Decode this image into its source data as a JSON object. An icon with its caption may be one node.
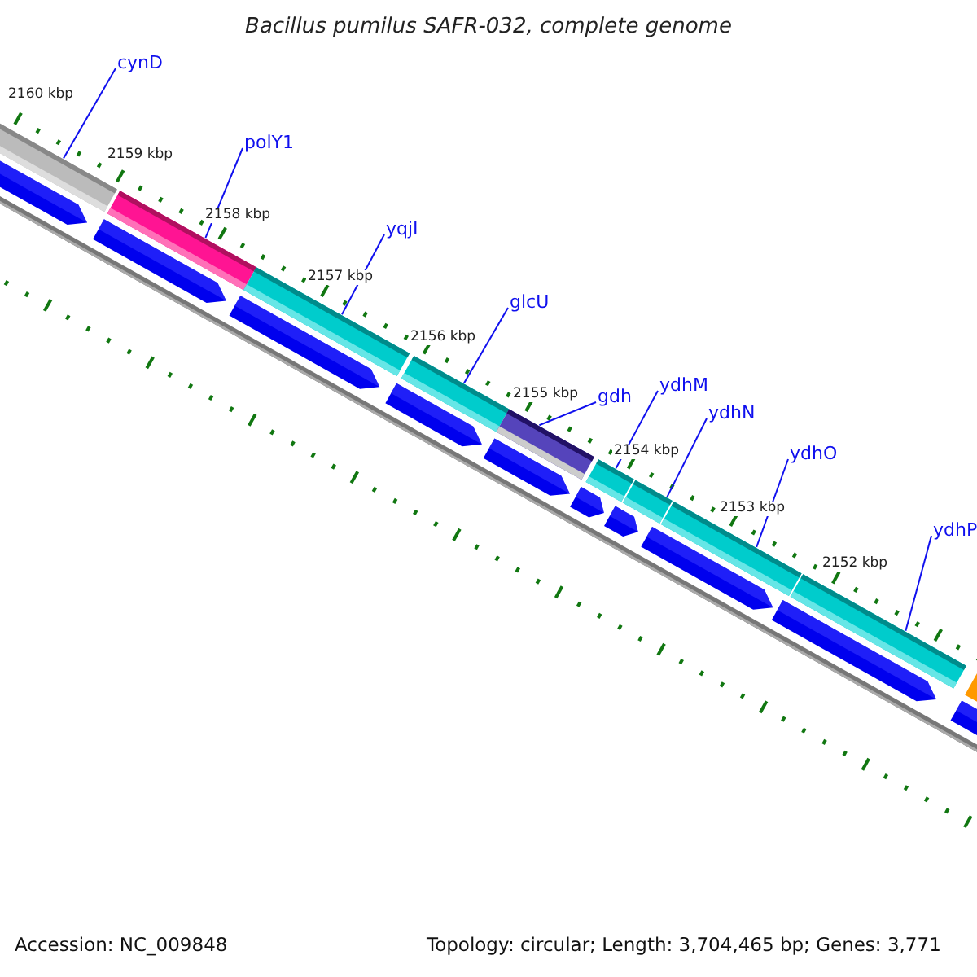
{
  "diagram": {
    "title": "Bacillus pumilus SAFR-032, complete genome",
    "nodes": [
      {
        "text": [
          "cynD"
        ]
      },
      {
        "text": [],
        "shape": "bar"
      },
      {
        "text": [
          "polY1"
        ]
      },
      {
        "text": [],
        "shape": "bar"
      },
      {
        "text": [
          "yqjI"
        ]
      },
      {
        "text": [],
        "shape": "bar"
      },
      {
        "text": [
          "glcU"
        ]
      },
      {
        "text": [],
        "shape": "bar"
      },
      {
        "text": [
          "gdh"
        ]
      },
      {
        "text": [],
        "shape": "bar"
      },
      {
        "text": [
          "ydhM"
        ]
      },
      {
        "text": [],
        "shape": "bar"
      },
      {
        "text": [
          "ydhN"
        ]
      },
      {
        "text": [],
        "shape": "bar"
      },
      {
        "text": [
          "ydhO"
        ]
      },
      {
        "text": [],
        "shape": "bar"
      },
      {
        "text": [
          "ydhP"
        ]
      },
      {
        "text": [],
        "shape": "bar"
      }
    ],
    "edges": [
      {
        "from": 0,
        "to": 1,
        "arrow": "none"
      },
      {
        "from": 2,
        "to": 3,
        "arrow": "none"
      },
      {
        "from": 4,
        "to": 5,
        "arrow": "none"
      },
      {
        "from": 6,
        "to": 7,
        "arrow": "none"
      },
      {
        "from": 8,
        "to": 9,
        "arrow": "none"
      },
      {
        "from": 10,
        "to": 11,
        "arrow": "none"
      },
      {
        "from": 12,
        "to": 13,
        "arrow": "none"
      },
      {
        "from": 14,
        "to": 15,
        "arrow": "none"
      },
      {
        "from": 16,
        "to": 17,
        "arrow": "none"
      }
    ],
    "labels": [
      "2160 kbp",
      "2159 kbp",
      "2158 kbp",
      "2157 kbp",
      "2156 kbp",
      "2155 kbp",
      "2154 kbp",
      "2153 kbp",
      "2152 kbp",
      "Accession: NC_009848",
      "Topology: circular; Length: 3,704,465 bp; Genes: 3,771"
    ]
  }
}
